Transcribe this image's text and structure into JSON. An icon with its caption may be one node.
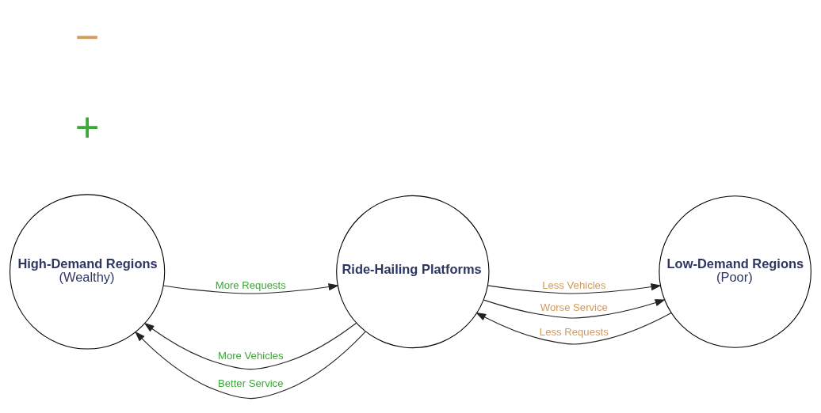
{
  "diagram": {
    "nodes": [
      {
        "text": [
          "High-Demand Regions",
          "(Wealthy)"
        ]
      },
      {
        "text": [
          "Ride-Hailing Platforms"
        ]
      },
      {
        "text": [
          "Low-Demand Regions",
          "(Poor)"
        ]
      }
    ],
    "edges": [
      {
        "from": 1,
        "to": 0,
        "arrow": "to",
        "label": "More Vehicles"
      },
      {
        "from": 1,
        "to": 2,
        "arrow": "to",
        "label": "Less Vehicles"
      },
      {
        "from": 1,
        "to": 0,
        "arrow": "to",
        "label": "Better Service"
      },
      {
        "from": 1,
        "to": 2,
        "arrow": "to",
        "label": "Worse Service"
      },
      {
        "from": 0,
        "to": 1,
        "arrow": "to",
        "label": "More Requests"
      },
      {
        "from": 2,
        "to": 1,
        "arrow": "to",
        "label": "Less Requests"
      }
    ],
    "labels": [
      "+",
      "−"
    ]
  }
}
